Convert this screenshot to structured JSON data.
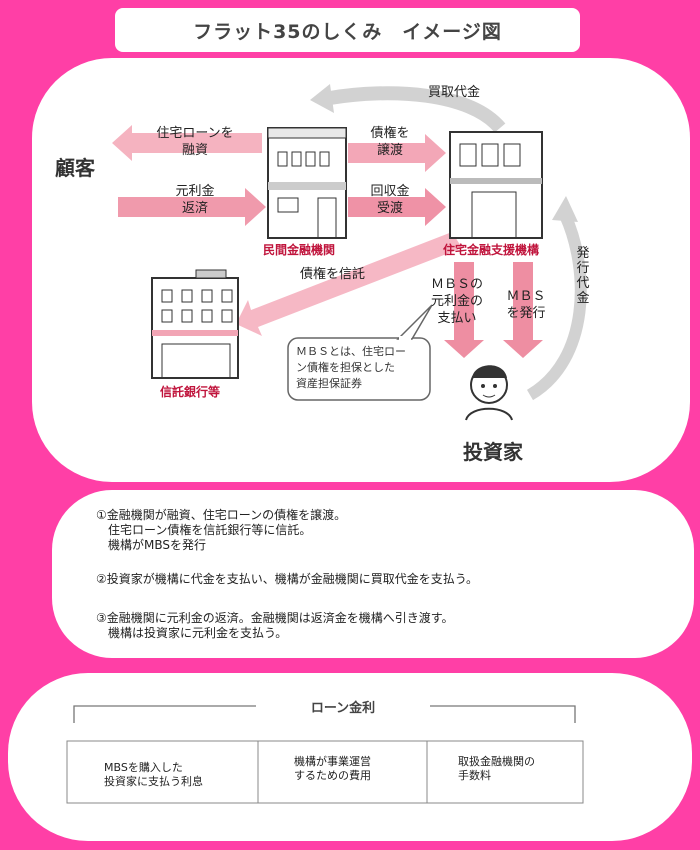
{
  "title": "フラット35のしくみ　イメージ図",
  "diagram": {
    "customer": "顧客",
    "investor": "投資家",
    "bank": "民間金融機関",
    "agency": "住宅金融支援機構",
    "trust_bank": "信託銀行等",
    "arrows": {
      "loan_line1": "住宅ローンを",
      "loan_line2": "融資",
      "repay_line1": "元利金",
      "repay_line2": "返済",
      "transfer_line1": "債権を",
      "transfer_line2": "譲渡",
      "collect_line1": "回収金",
      "collect_line2": "受渡",
      "purchase_price": "買取代金",
      "trust": "債権を信託",
      "mbs_pay_line1": "ＭＢＳの",
      "mbs_pay_line2": "元利金の",
      "mbs_pay_line3": "支払い",
      "mbs_issue_line1": "ＭＢＳ",
      "mbs_issue_line2": "を発行",
      "issue_price": "発行代金"
    },
    "note_line1": "ＭＢＳとは、住宅ロー",
    "note_line2": "ン債権を担保とした",
    "note_line3": "資産担保証券"
  },
  "explanation": {
    "item1": "①金融機関が融資、住宅ローンの債権を譲渡。\n　住宅ローン債権を信託銀行等に信託。\n　機構がMBSを発行",
    "item2": "②投資家が機構に代金を支払い、機構が金融機関に買取代金を支払う。",
    "item3": "③金融機関に元利金の返済。金融機関は返済金を機構へ引き渡す。\n　機構は投資家に元利金を支払う。"
  },
  "loan_rate": {
    "heading": "ローン金利",
    "components": [
      "MBSを購入した\n投資家に支払う利息",
      "機構が事業運営\nするための費用",
      "取扱金融機関の\n手数料"
    ]
  },
  "colors": {
    "background": "#ff3fa6",
    "arrow_pink": "#f4a6b4",
    "label_red": "#c0143c"
  }
}
